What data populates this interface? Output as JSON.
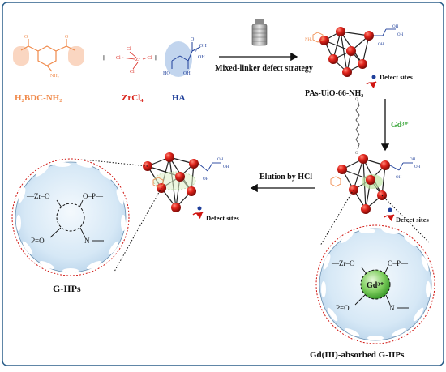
{
  "labels": {
    "h2bdc": "H₂BDC-NH₂",
    "zrcl4": "ZrCl₄",
    "ha": "HA",
    "strategy": "Mixed-linker defect strategy",
    "pas": "PAs-UiO-66-NH₂",
    "gd3": "Gd³⁺",
    "defect_top": "Defect sites",
    "defect_mid": "Defect sites",
    "defect_left": "Defect sites",
    "elution": "Elution by HCl",
    "giips": "G-IIPs",
    "gd_absorbed": "Gd(III)-absorbed G-IIPs",
    "gd_center": "Gd³⁺",
    "plus1": "+",
    "plus2": "+"
  },
  "chem": {
    "nh2": "NH₂",
    "cl_a": "Cl",
    "cl_b": "Cl",
    "cl_c": "Cl",
    "cl_d": "Cl",
    "zr": "Zr",
    "oh_a": "OH",
    "oh_b": "OH",
    "oh_c": "OH",
    "p": "P",
    "o": "O",
    "ho": "HO"
  },
  "circle_left": {
    "zr_o": "—Zr–O",
    "o_p": "O–P—",
    "p_o": "P=O",
    "n": "N"
  },
  "circle_right": {
    "zr_o": "—Zr–O",
    "o_p": "O–P—",
    "p_o": "P=O",
    "n": "N"
  },
  "colors": {
    "orange": "#f08a4b",
    "red": "#d9241b",
    "blue": "#1f3f9a",
    "green": "#3aa63a",
    "node": "#d01510",
    "circle_fill": "#cfe4f5",
    "frame": "#2b5f8a"
  }
}
